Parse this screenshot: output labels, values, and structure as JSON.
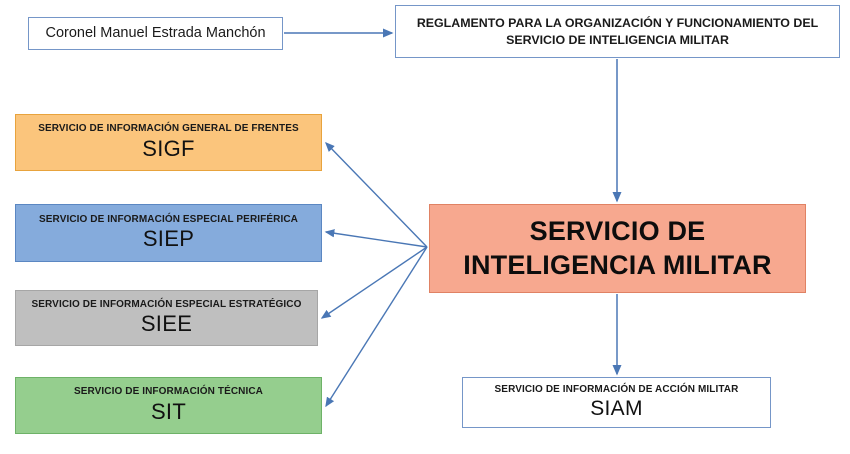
{
  "diagram": {
    "type": "organizational-flowchart",
    "accent_line_color": "#4a77b5",
    "nodes": {
      "coronel": {
        "title": "Coronel Manuel Estrada Manchón",
        "fill": "#FFFFFF",
        "border": "#7596C8"
      },
      "reglamento": {
        "title": "REGLAMENTO PARA LA ORGANIZACIÓN Y FUNCIONAMIENTO DEL SERVICIO DE INTELIGENCIA MILITAR",
        "fill": "#FFFFFF",
        "border": "#7596C8"
      },
      "sim": {
        "title": "SERVICIO DE INTELIGENCIA MILITAR",
        "fill": "#F7A88F",
        "border": "#E08264"
      },
      "sigf": {
        "subtitle": "SERVICIO DE INFORMACIÓN GENERAL DE FRENTES",
        "acronym": "SIGF",
        "fill": "#FBC57C",
        "border": "#E8A33D"
      },
      "siep": {
        "subtitle": "SERVICIO DE INFORMACIÓN ESPECIAL PERIFÉRICA",
        "acronym": "SIEP",
        "fill": "#85ABDC",
        "border": "#5B87C2"
      },
      "siee": {
        "subtitle": "SERVICIO DE INFORMACIÓN ESPECIAL ESTRATÉGICO",
        "acronym": "SIEE",
        "fill": "#BFBFBF",
        "border": "#A6A6A6"
      },
      "sit": {
        "subtitle": "SERVICIO DE INFORMACIÓN TÉCNICA",
        "acronym": "SIT",
        "fill": "#95CE8E",
        "border": "#6EB268"
      },
      "siam": {
        "subtitle": "SERVICIO DE INFORMACIÓN DE ACCIÓN MILITAR",
        "acronym": "SIAM",
        "fill": "#FFFFFF",
        "border": "#7596C8"
      }
    },
    "edges": [
      {
        "from": "coronel",
        "to": "reglamento"
      },
      {
        "from": "reglamento",
        "to": "sim"
      },
      {
        "from": "sim",
        "to": "sigf"
      },
      {
        "from": "sim",
        "to": "siep"
      },
      {
        "from": "sim",
        "to": "siee"
      },
      {
        "from": "sim",
        "to": "sit"
      },
      {
        "from": "sim",
        "to": "siam"
      }
    ]
  }
}
